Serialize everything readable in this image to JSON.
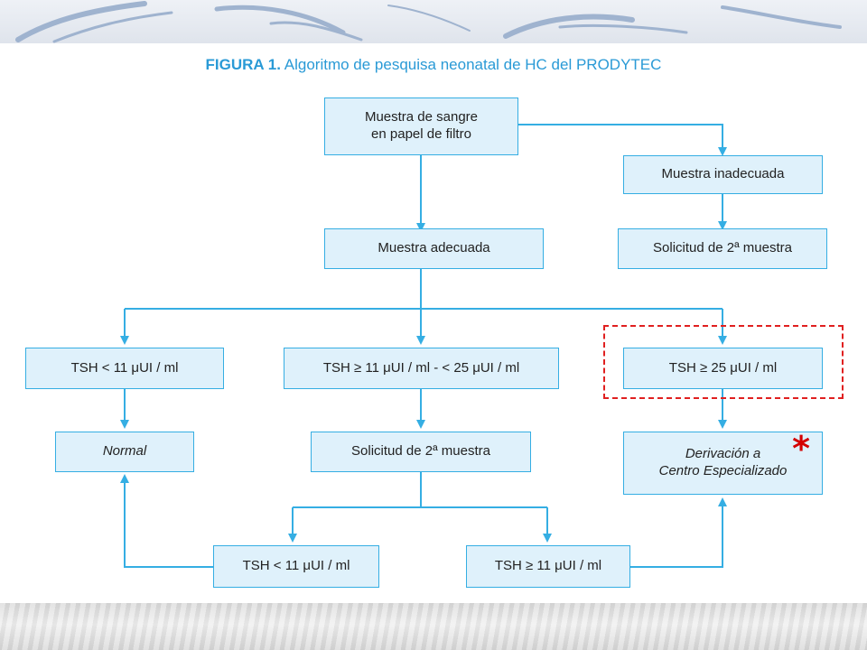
{
  "figure": {
    "title_bold": "FIGURA 1.",
    "title_rest": " Algoritmo de pesquisa neonatal de HC del PRODYTEC"
  },
  "nodes": {
    "sample": [
      "Muestra de sangre",
      "en papel de filtro"
    ],
    "inadequate": "Muestra inadecuada",
    "adequate": "Muestra adecuada",
    "second_sample_right": "Solicitud de 2ª muestra",
    "tsh_low": "TSH < 11 μUI / ml",
    "tsh_mid": "TSH ≥ 11 μUI / ml - < 25 μUI / ml",
    "tsh_high": "TSH ≥ 25 μUI / ml",
    "normal": "Normal",
    "second_sample_mid": "Solicitud de 2ª muestra",
    "referral": [
      "Derivación a",
      "Centro Especializado"
    ],
    "retest_low": "TSH < 11 μUI / ml",
    "retest_high": "TSH ≥ 11 μUI / ml"
  },
  "annotation": {
    "asterisk": "*",
    "highlight_color": "#e02020"
  },
  "colors": {
    "node_fill": "#dff1fb",
    "node_border": "#35aee3",
    "connector": "#35aee3",
    "title": "#2a9ad6"
  }
}
